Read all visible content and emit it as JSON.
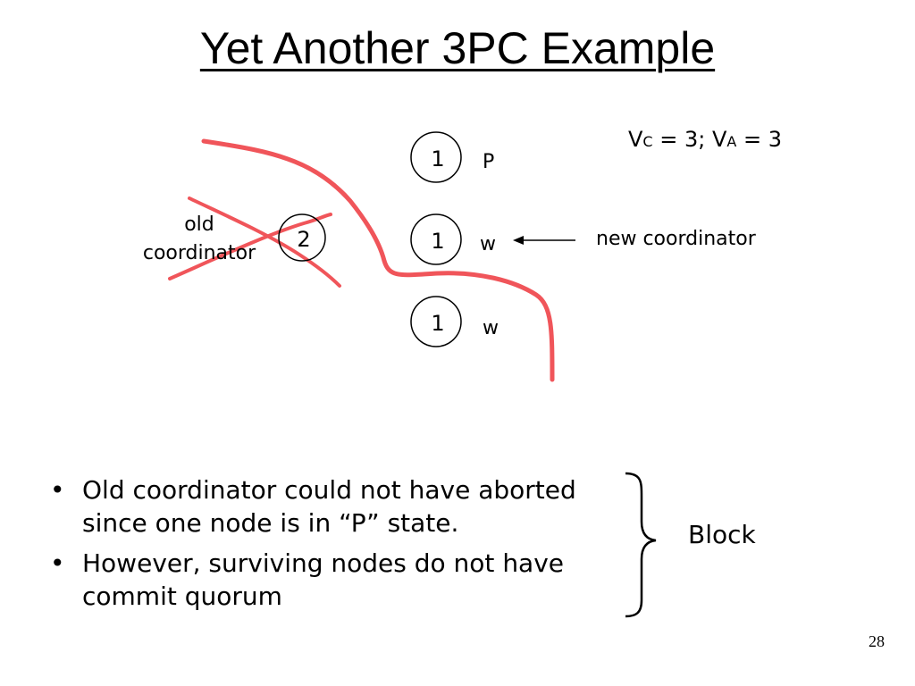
{
  "slide": {
    "title": "Yet Another 3PC Example",
    "page_number": "28"
  },
  "equation": {
    "vc_label": "V",
    "vc_sub": "C",
    "vc_value": " = 3; ",
    "va_label": "V",
    "va_sub": "A",
    "va_value": " = 3"
  },
  "diagram": {
    "old_coordinator": {
      "number": "2",
      "label_line1": "old",
      "label_line2": "coordinator"
    },
    "nodes": [
      {
        "number": "1",
        "state": "P"
      },
      {
        "number": "1",
        "state": "w"
      },
      {
        "number": "1",
        "state": "w"
      }
    ],
    "new_coordinator_label": "new coordinator",
    "colors": {
      "partition_line": "#f0555a",
      "stroke": "#000000"
    }
  },
  "bullets": [
    {
      "marker": "•",
      "text": "Old coordinator could not have aborted since one node is in “P” state."
    },
    {
      "marker": "•",
      "text": "However, surviving nodes do not have commit quorum"
    }
  ],
  "brace_label": "Block"
}
